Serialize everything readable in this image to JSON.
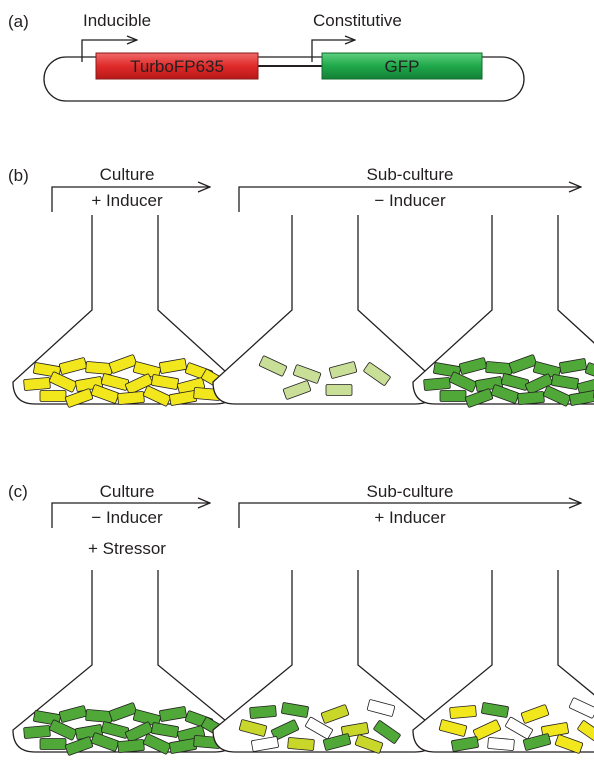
{
  "panel_a": {
    "label": "(a)",
    "promoter_1": "Inducible",
    "promoter_2": "Constitutive",
    "gene_1": "TurboFP635",
    "gene_2": "GFP"
  },
  "panel_b": {
    "label": "(b)",
    "step_1_title": "Culture",
    "step_1_condition": "+ Inducer",
    "step_2_title": "Sub-culture",
    "step_2_condition": "− Inducer"
  },
  "panel_c": {
    "label": "(c)",
    "step_1_title": "Culture",
    "step_1_condition": "− Inducer",
    "step_1_condition_2": "+ Stressor",
    "step_2_title": "Sub-culture",
    "step_2_condition": "+ Inducer"
  },
  "colors": {
    "turbo_red": "#e02a2a",
    "gfp_green": "#1fa84a",
    "yellow_cell": "#f2e61c",
    "pale_green_cell": "#c9df98",
    "green_cell": "#4fa838",
    "yellow_green_cell": "#c9d62a",
    "white_cell": "#ffffff"
  },
  "flasks": {
    "b1": "yellow_cell",
    "b2": "pale_green_cell",
    "b3": "green_cell",
    "c1": "green_cell",
    "c2": [
      "green_cell",
      "yellow_green_cell",
      "white_cell"
    ],
    "c3": [
      "yellow_cell",
      "green_cell",
      "white_cell"
    ]
  }
}
